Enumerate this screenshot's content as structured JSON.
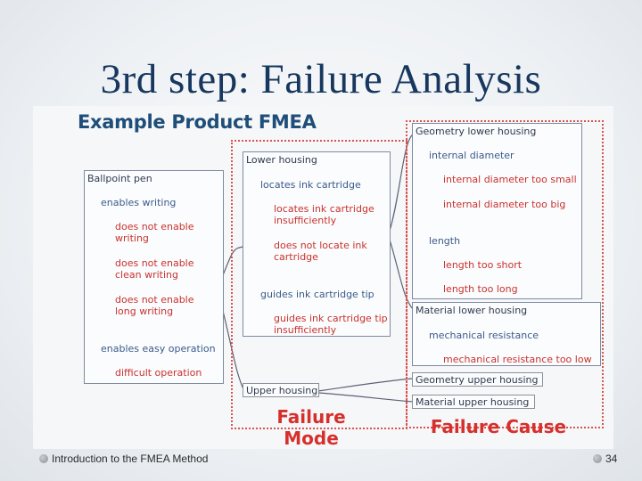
{
  "slide": {
    "title": "3rd step: Failure Analysis",
    "footer_text": "Introduction to the FMEA Method",
    "page_number": "34"
  },
  "figure": {
    "title": "Example Product FMEA",
    "ballpoint": {
      "heading": "Ballpoint pen",
      "items": [
        {
          "text": "enables writing",
          "color": "blue"
        },
        {
          "text": "does not enable\nwriting",
          "color": "red"
        },
        {
          "text": "does not enable\nclean writing",
          "color": "red"
        },
        {
          "text": "does not enable\nlong writing",
          "color": "red"
        },
        {
          "text": "enables easy operation",
          "color": "blue"
        },
        {
          "text": "difficult operation",
          "color": "red"
        }
      ]
    },
    "lower_housing": {
      "heading": "Lower housing",
      "items": [
        {
          "text": "locates ink cartridge",
          "color": "blue"
        },
        {
          "text": "locates ink cartridge\ninsufficiently",
          "color": "red"
        },
        {
          "text": "does not locate ink\ncartridge",
          "color": "red"
        },
        {
          "text": "guides ink cartridge tip",
          "color": "blue"
        },
        {
          "text": "guides ink cartridge tip\ninsufficiently",
          "color": "red"
        }
      ]
    },
    "upper_housing": {
      "heading": "Upper housing"
    },
    "geometry_lower": {
      "heading": "Geometry lower housing",
      "items": [
        {
          "text": "internal diameter",
          "color": "blue"
        },
        {
          "text": "internal diameter too small",
          "color": "red"
        },
        {
          "text": "internal diameter too big",
          "color": "red"
        },
        {
          "text": "length",
          "color": "blue"
        },
        {
          "text": "length too short",
          "color": "red"
        },
        {
          "text": "length too long",
          "color": "red"
        }
      ]
    },
    "material_lower": {
      "heading": "Material lower housing",
      "items": [
        {
          "text": "mechanical resistance",
          "color": "blue"
        },
        {
          "text": "mechanical resistance too low",
          "color": "red"
        }
      ]
    },
    "geometry_upper": {
      "heading": "Geometry upper housing"
    },
    "material_upper": {
      "heading": "Material upper housing"
    },
    "failure_mode_label": "Failure\nMode",
    "failure_cause_label": "Failure Cause",
    "colors": {
      "blue": "#3a5a8a",
      "red": "#c8322e",
      "title": "#17375e"
    }
  }
}
